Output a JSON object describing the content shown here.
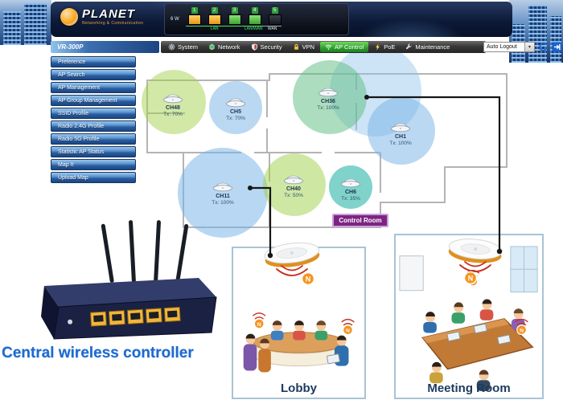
{
  "header": {
    "brand": {
      "name": "PLANET",
      "tagline": "Networking & Communication"
    },
    "device_panel": {
      "power_label": "6 W",
      "port_numbers": [
        "1",
        "2",
        "3",
        "4",
        "5"
      ],
      "group_labels": {
        "lan": "LAN",
        "lan_wan": "LAN/WAN",
        "wan": "WAN"
      }
    }
  },
  "nav": {
    "model": "VR-300P",
    "items": [
      {
        "label": "System"
      },
      {
        "label": "Network"
      },
      {
        "label": "Security"
      },
      {
        "label": "VPN"
      },
      {
        "label": "AP Control"
      },
      {
        "label": "PoE"
      },
      {
        "label": "Maintenance"
      }
    ],
    "active_item": "AP Control",
    "auto_logout_label": "Auto Logout"
  },
  "sidebar": {
    "items": [
      "Preference",
      "AP Search",
      "AP Management",
      "AP Group Management",
      "SSID Profile",
      "Radio 2.4G Profile",
      "Radio 5G Profile",
      "Statistic AP Status",
      "Map It",
      "Upload Map"
    ]
  },
  "map": {
    "control_room_label": "Control Room",
    "aps": [
      {
        "channel": "CH48",
        "tx": "Tx: 70%",
        "coverage_color": "green"
      },
      {
        "channel": "CH5",
        "tx": "Tx: 70%",
        "coverage_color": "blue"
      },
      {
        "channel": "CH36",
        "tx": "Tx: 100%",
        "coverage_color": "green"
      },
      {
        "channel": "CH1",
        "tx": "Tx: 100%",
        "coverage_color": "blue"
      },
      {
        "channel": "CH11",
        "tx": "Tx: 100%",
        "coverage_color": "blue"
      },
      {
        "channel": "CH40",
        "tx": "Tx: 50%",
        "coverage_color": "green"
      },
      {
        "channel": "CH6",
        "tx": "Tx: 35%",
        "coverage_color": "teal"
      }
    ]
  },
  "scene": {
    "controller_label": "Central wireless controller",
    "rooms": [
      {
        "label": "Lobby"
      },
      {
        "label": "Meeting Room"
      }
    ],
    "n_badge_label": "N"
  },
  "colors": {
    "nav_active_green": "#2f9e2f",
    "sidebar_blue": "#2a5ea0",
    "banner_navy": "#0d1a38",
    "coverage_green": "#9ecf48",
    "coverage_blue": "#76b2e6",
    "coverage_teal": "#00a896",
    "control_room_purple": "#7d2483",
    "n_badge_orange": "#f59420",
    "caption_blue": "#1e6bd0"
  }
}
